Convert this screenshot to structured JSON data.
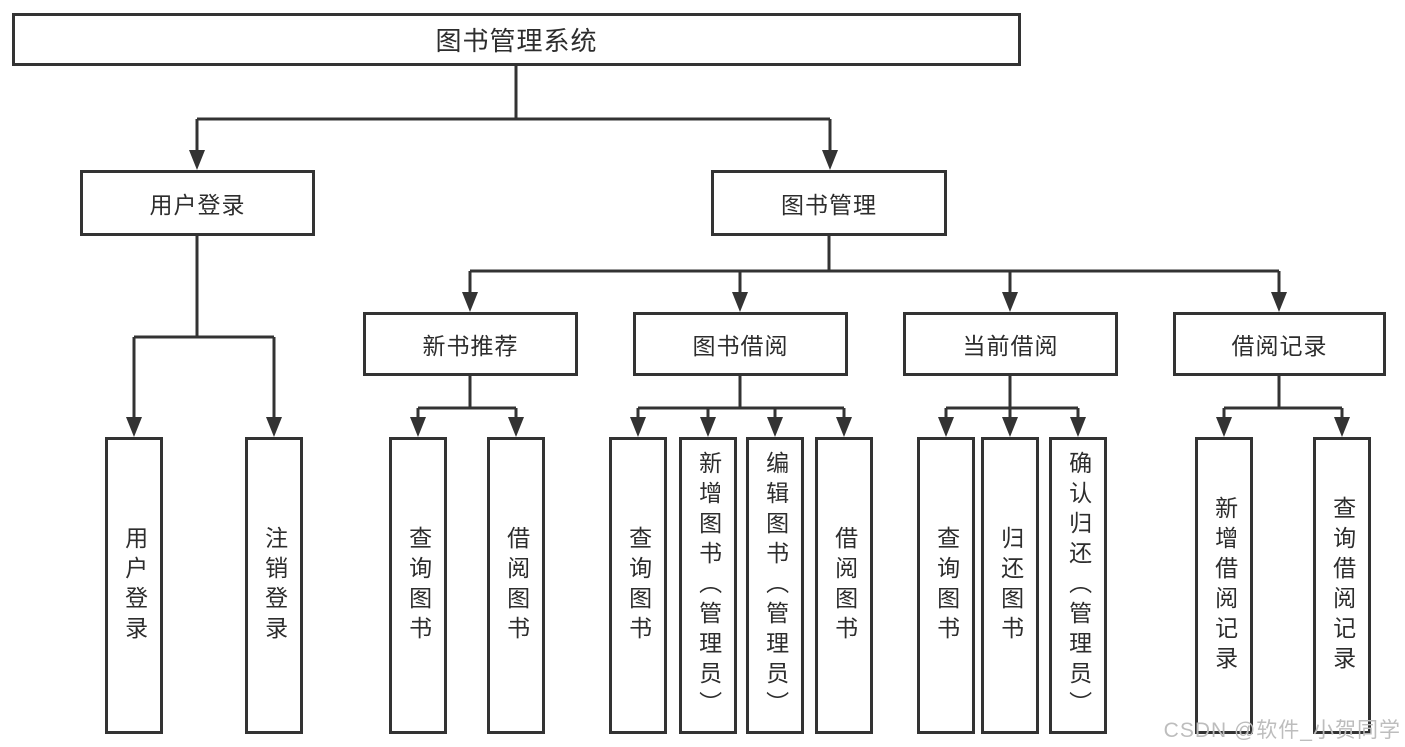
{
  "tree": {
    "label": "图书管理系统",
    "children": [
      {
        "label": "用户登录",
        "children": [
          {
            "label": "用户登录"
          },
          {
            "label": "注销登录"
          }
        ]
      },
      {
        "label": "图书管理",
        "children": [
          {
            "label": "新书推荐",
            "children": [
              {
                "label": "查询图书"
              },
              {
                "label": "借阅图书"
              }
            ]
          },
          {
            "label": "图书借阅",
            "children": [
              {
                "label": "查询图书"
              },
              {
                "label": "新增图书（管理员）"
              },
              {
                "label": "编辑图书（管理员）"
              },
              {
                "label": "借阅图书"
              }
            ]
          },
          {
            "label": "当前借阅",
            "children": [
              {
                "label": "查询图书"
              },
              {
                "label": "归还图书"
              },
              {
                "label": "确认归还（管理员）"
              }
            ]
          },
          {
            "label": "借阅记录",
            "children": [
              {
                "label": "新增借阅记录"
              },
              {
                "label": "查询借阅记录"
              }
            ]
          }
        ]
      }
    ]
  },
  "watermark": {
    "text": "CSDN @软件_小贺同学"
  },
  "colors": {
    "line": "#333333",
    "box_border": "#333333",
    "text": "#2d2d2d",
    "watermark": "#bdbdbd",
    "background": "#ffffff"
  }
}
